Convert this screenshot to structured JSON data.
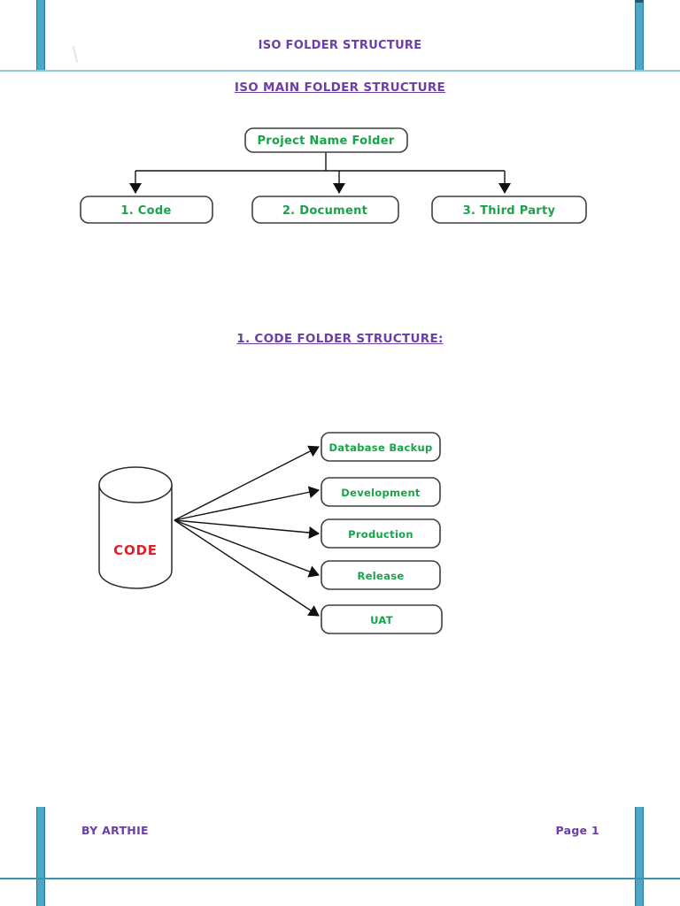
{
  "page": {
    "header_title": "ISO FOLDER STRUCTURE",
    "footer": {
      "author": "BY ARTHIE",
      "page_number": "Page 1"
    }
  },
  "headings": {
    "main_structure": "ISO MAIN FOLDER STRUCTURE",
    "code_structure": "1. CODE FOLDER STRUCTURE:"
  },
  "main_folder_diagram": {
    "root": "Project Name Folder",
    "children": [
      "1. Code",
      "2. Document",
      "3. Third Party"
    ]
  },
  "code_folder_diagram": {
    "source": "CODE",
    "targets": [
      "Database Backup",
      "Development",
      "Production",
      "Release",
      "UAT"
    ]
  },
  "colors": {
    "heading_purple": "#6b3fa6",
    "folder_green": "#17a34a",
    "code_red": "#e41e26",
    "accent_teal_bar": "#4ba7c6",
    "divider_light_teal": "#93c7d9",
    "divider_dark_teal": "#3d92b0",
    "box_border": "#3f3f3f"
  }
}
